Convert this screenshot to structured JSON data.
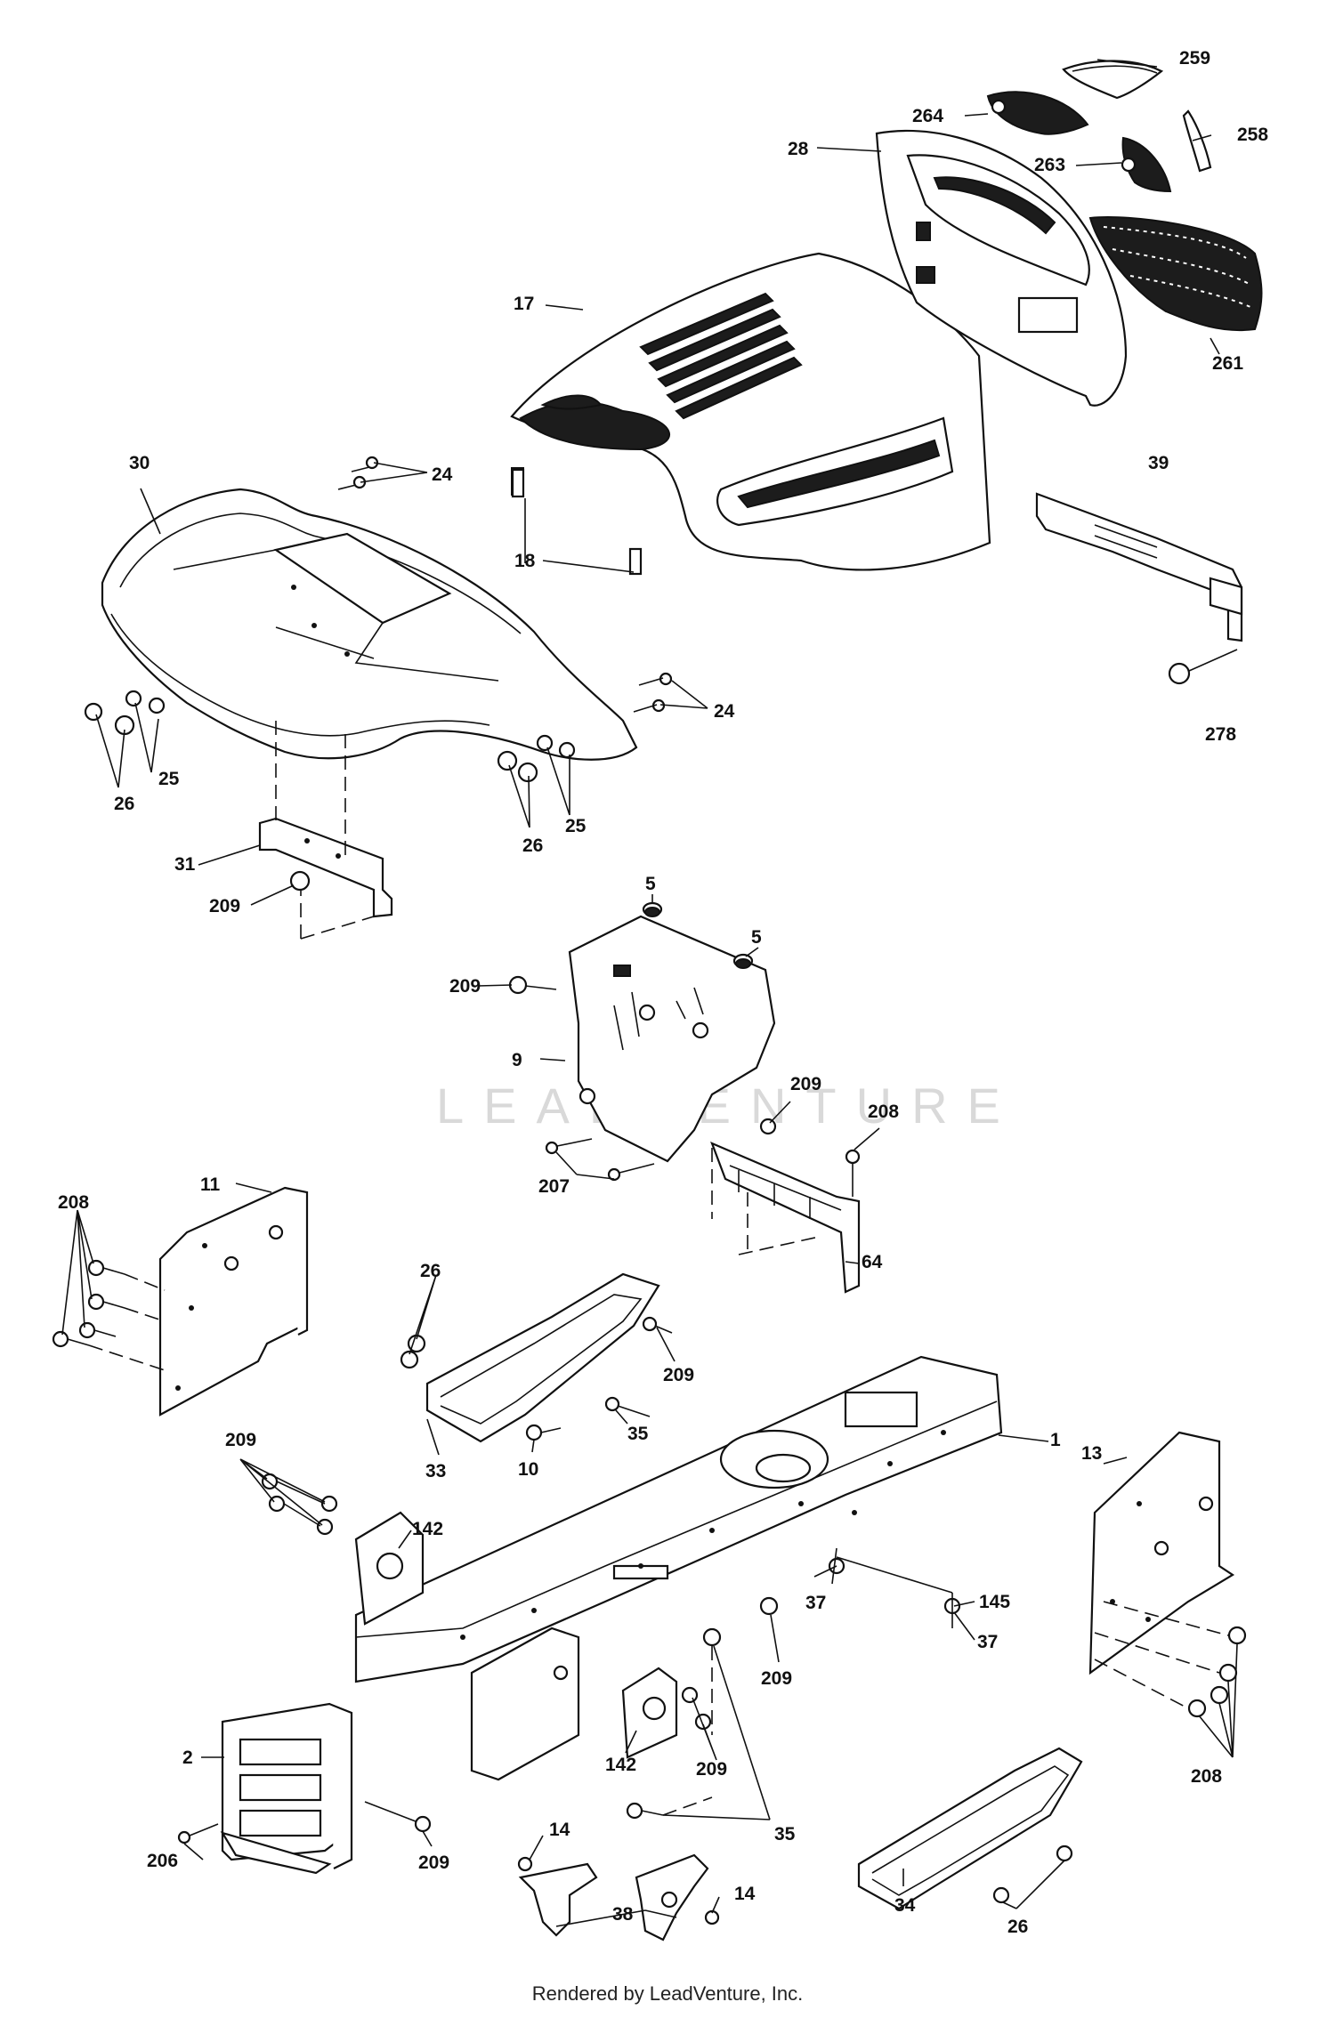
{
  "watermark": "LEADVENTURE",
  "footer": "Rendered by LeadVenture, Inc.",
  "callouts": [
    "1",
    "2",
    "5",
    "5",
    "9",
    "10",
    "11",
    "13",
    "14",
    "14",
    "17",
    "18",
    "24",
    "24",
    "25",
    "25",
    "26",
    "26",
    "26",
    "26",
    "28",
    "30",
    "31",
    "33",
    "34",
    "35",
    "35",
    "37",
    "37",
    "38",
    "39",
    "64",
    "142",
    "142",
    "145",
    "206",
    "207",
    "208",
    "208",
    "208",
    "209",
    "209",
    "209",
    "209",
    "209",
    "209",
    "209",
    "209",
    "258",
    "259",
    "261",
    "263",
    "264",
    "278"
  ]
}
